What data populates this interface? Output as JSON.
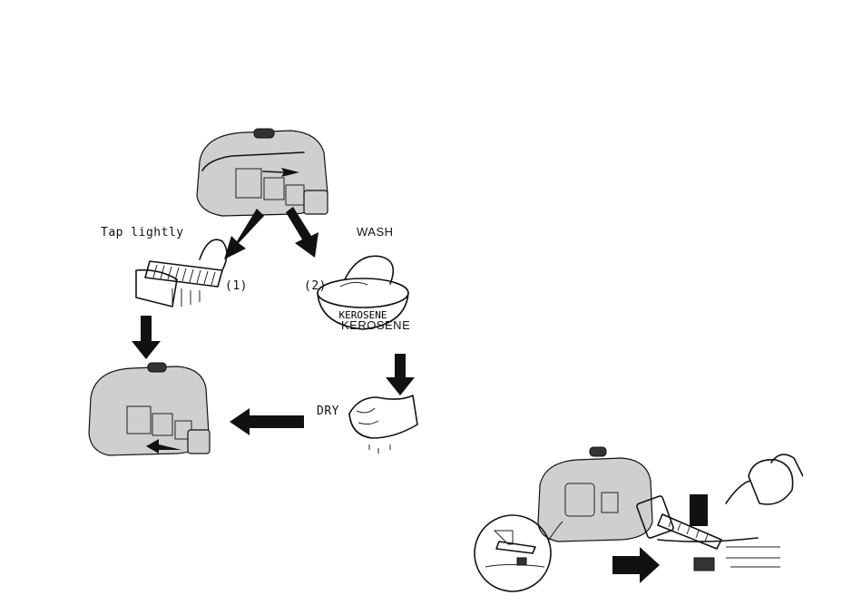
{
  "figure_top": {
    "labels": {
      "tap_lightly": "Tap lightly",
      "wash": "WASH",
      "step1": "(1)",
      "step2": "(2)",
      "kerosene_basin": "KEROSENE",
      "kerosene": "KEROSENE",
      "dry": "DRY"
    },
    "icons": [
      "generator-icon",
      "filter-element-icon",
      "basin-icon",
      "hand-squeeze-icon",
      "arrow-icon"
    ]
  },
  "figure_bottom": {
    "icons": [
      "generator-icon",
      "spark-plug-icon",
      "oil-can-icon",
      "magnify-circle-icon",
      "arrow-icon"
    ]
  },
  "colors": {
    "ink": "#111111",
    "paper": "#ffffff",
    "shade": "#cfcfcf"
  }
}
